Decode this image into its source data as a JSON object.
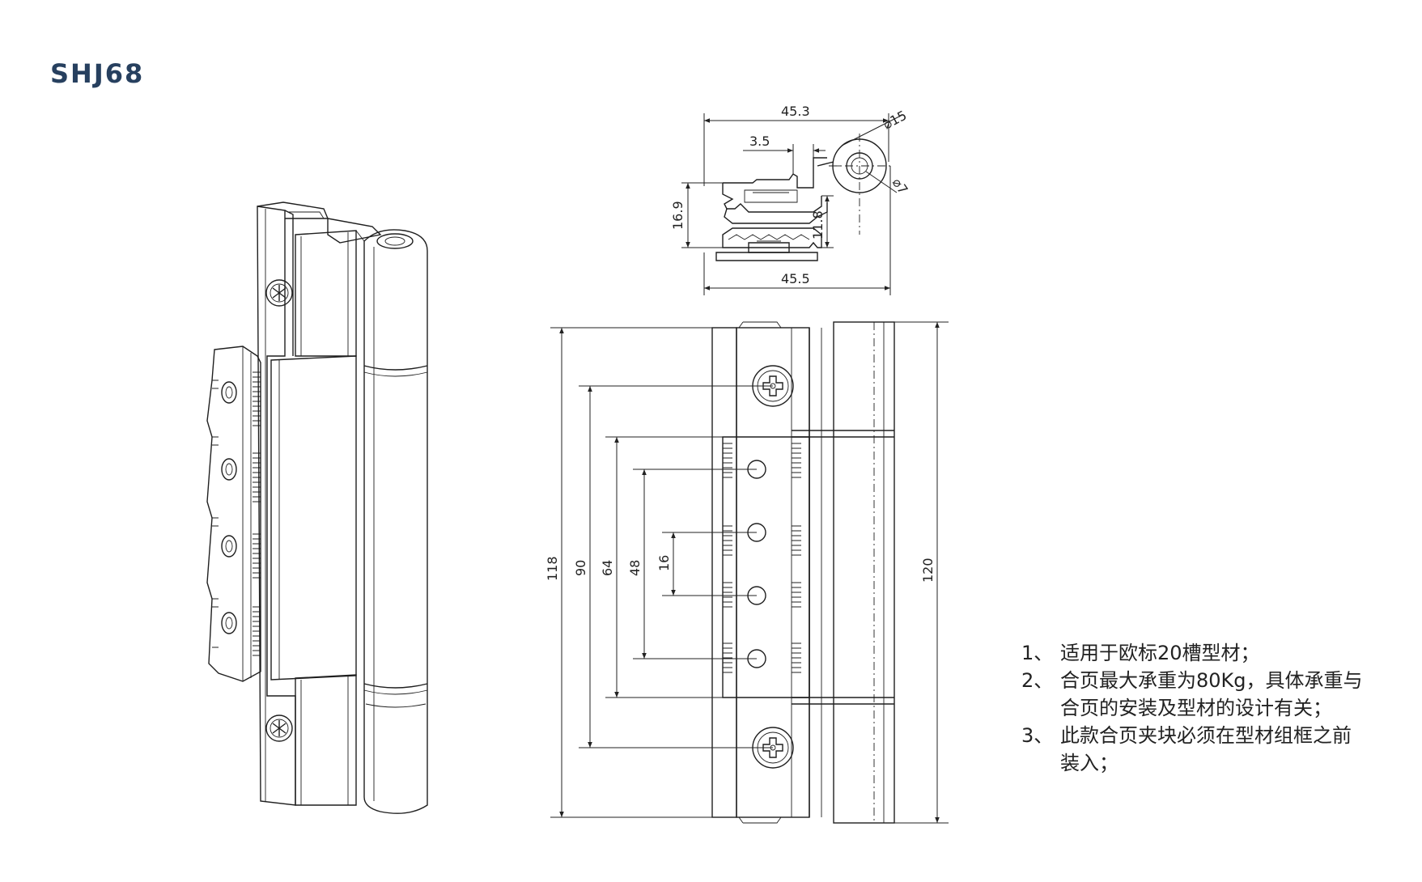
{
  "title": "SHJ68",
  "top_view": {
    "dims": {
      "width_top": "45.3",
      "offset": "3.5",
      "diameter_outer": "⌀15",
      "diameter_inner": "⌀7",
      "height_left": "16.9",
      "height_right": "11.8",
      "width_bottom": "45.5"
    }
  },
  "front_view": {
    "dims": {
      "overall_left": "118",
      "hole_spacing": "90",
      "clamp_length": "64",
      "bolt_outer": "48",
      "bolt_inner": "16",
      "overall_right": "120"
    }
  },
  "notes": [
    {
      "num": "1、",
      "text": "适用于欧标20槽型材；"
    },
    {
      "num": "2、",
      "text": "合页最大承重为80Kg，具体承重与合页的安装及型材的设计有关；"
    },
    {
      "num": "3、",
      "text": "此款合页夹块必须在型材组框之前装入；"
    }
  ]
}
